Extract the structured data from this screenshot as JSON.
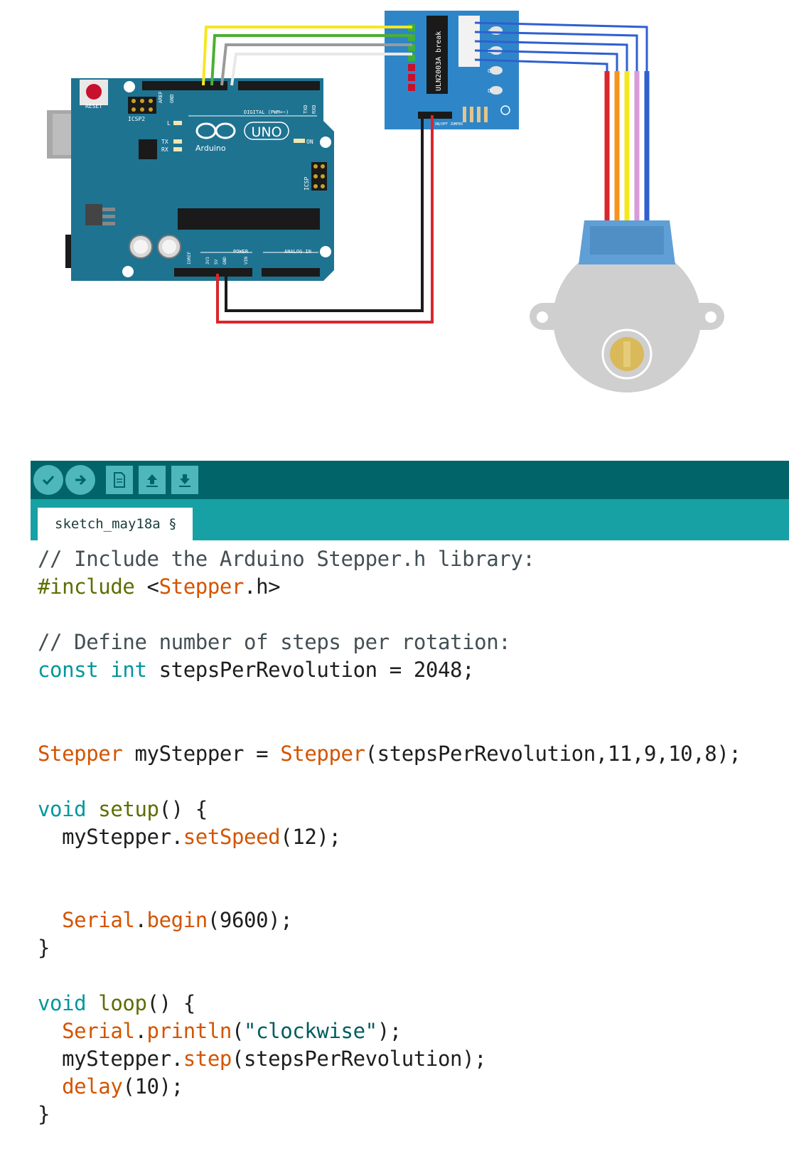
{
  "diagram": {
    "arduino": {
      "board_label": "UNO",
      "brand": "Arduino",
      "reset_label": "RESET",
      "icsp2_label": "ICSP2",
      "icsp_label": "ICSP",
      "digital_label": "DIGITAL (PWM=~)",
      "power_label": "POWER",
      "analog_label": "ANALOG IN",
      "tx_label": "TX",
      "rx_label": "RX",
      "l_label": "L",
      "on_label": "ON",
      "aref_label": "AREF",
      "gnd_label": "GND",
      "txd_label": "TXD",
      "rxd_label": "RXD",
      "ioref_label": "IOREF",
      "vin_label": "VIN",
      "v5_label": "5V",
      "v33_label": "3V3"
    },
    "driver": {
      "chip_label": "ULN2003A break",
      "jumper_label": "ON/OFF JUMPER",
      "led_labels": [
        "A",
        "B",
        "C",
        "D"
      ]
    },
    "colors": {
      "board": "#1e7391",
      "driver": "#2e86c8",
      "wire_yellow": "#f5e71e",
      "wire_green": "#4caf32",
      "wire_gray": "#9a9a9a",
      "wire_white": "#e8e8e8",
      "wire_black": "#1a1a1a",
      "wire_red": "#d9262c",
      "wire_blue": "#2f5fd0",
      "wire_orange": "#f7941d",
      "wire_pink": "#d89ad8",
      "motor_body": "#cfcfcf",
      "motor_cap": "#5f9fd6"
    }
  },
  "ide": {
    "toolbar": {
      "buttons": [
        "verify-icon",
        "upload-icon",
        "new-icon",
        "open-icon",
        "save-icon"
      ]
    },
    "tab_label": "sketch_may18a §",
    "colors": {
      "toolbar_bg": "#006468",
      "tabbar_bg": "#17a1a5",
      "keyword": "#00979c",
      "function": "#d35400",
      "preprocessor": "#5e6d03",
      "comment": "#434f54"
    },
    "code": {
      "l1": "// Include the Arduino Stepper.h library:",
      "l2_pp": "#include",
      "l2_a": " <",
      "l2_lib": "Stepper",
      "l2_b": ".h>",
      "l4": "// Define number of steps per rotation:",
      "l5_kw1": "const",
      "l5_sp": " ",
      "l5_kw2": "int",
      "l5_rest": " stepsPerRevolution = 2048;",
      "l8_type": "Stepper",
      "l8_mid": " myStepper = ",
      "l8_ctor": "Stepper",
      "l8_args": "(stepsPerRevolution,11,9,10,8);",
      "l10_kw": "void",
      "l10_fn": " setup",
      "l10_rest": "() {",
      "l11_obj": "  myStepper.",
      "l11_fn": "setSpeed",
      "l11_rest": "(12);",
      "l14_obj": "  Serial",
      "l14_dot": ".",
      "l14_fn": "begin",
      "l14_rest": "(9600);",
      "l15": "}",
      "l17_kw": "void",
      "l17_fn": " loop",
      "l17_rest": "() {",
      "l18_obj": "  Serial",
      "l18_dot": ".",
      "l18_fn": "println",
      "l18_p1": "(",
      "l18_str": "\"clockwise\"",
      "l18_p2": ");",
      "l19_obj": "  myStepper.",
      "l19_fn": "step",
      "l19_rest": "(stepsPerRevolution);",
      "l20_ind": "  ",
      "l20_fn": "delay",
      "l20_rest": "(10);",
      "l21": "}"
    }
  }
}
